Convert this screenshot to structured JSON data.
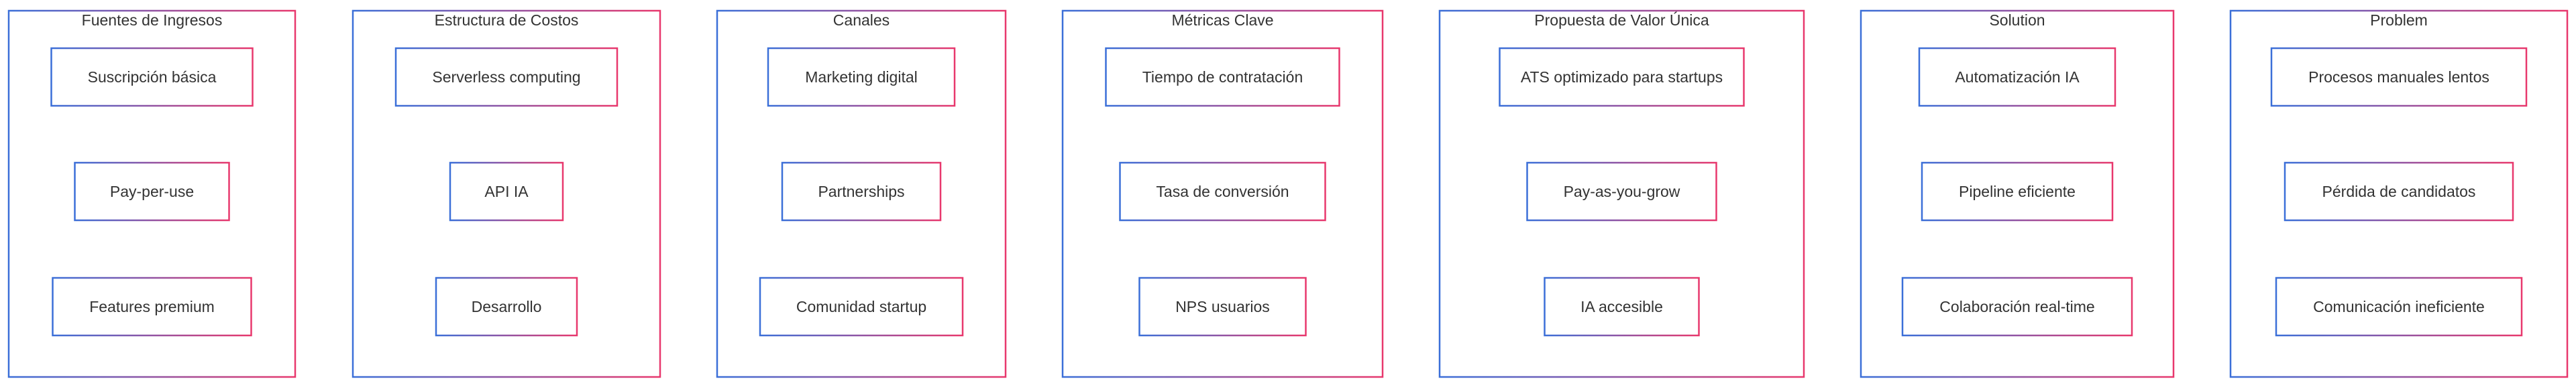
{
  "colors": {
    "gradient_start": "#3b6fd8",
    "gradient_end": "#e8386d",
    "text": "#333333",
    "background": "#ffffff"
  },
  "panels": [
    {
      "id": "revenue",
      "title": "Fuentes de Ingresos",
      "nodes": [
        "Suscripción básica",
        "Pay-per-use",
        "Features premium"
      ]
    },
    {
      "id": "costs",
      "title": "Estructura de Costos",
      "nodes": [
        "Serverless computing",
        "API IA",
        "Desarrollo"
      ]
    },
    {
      "id": "channels",
      "title": "Canales",
      "nodes": [
        "Marketing digital",
        "Partnerships",
        "Comunidad startup"
      ]
    },
    {
      "id": "metrics",
      "title": "Métricas Clave",
      "nodes": [
        "Tiempo de contratación",
        "Tasa de conversión",
        "NPS usuarios"
      ]
    },
    {
      "id": "uvp",
      "title": "Propuesta de Valor Única",
      "nodes": [
        "ATS optimizado para startups",
        "Pay-as-you-grow",
        "IA accesible"
      ]
    },
    {
      "id": "solution",
      "title": "Solution",
      "nodes": [
        "Automatización IA",
        "Pipeline eficiente",
        "Colaboración real-time"
      ]
    },
    {
      "id": "problem",
      "title": "Problem",
      "nodes": [
        "Procesos manuales lentos",
        "Pérdida de candidatos",
        "Comunicación ineficiente"
      ]
    }
  ]
}
